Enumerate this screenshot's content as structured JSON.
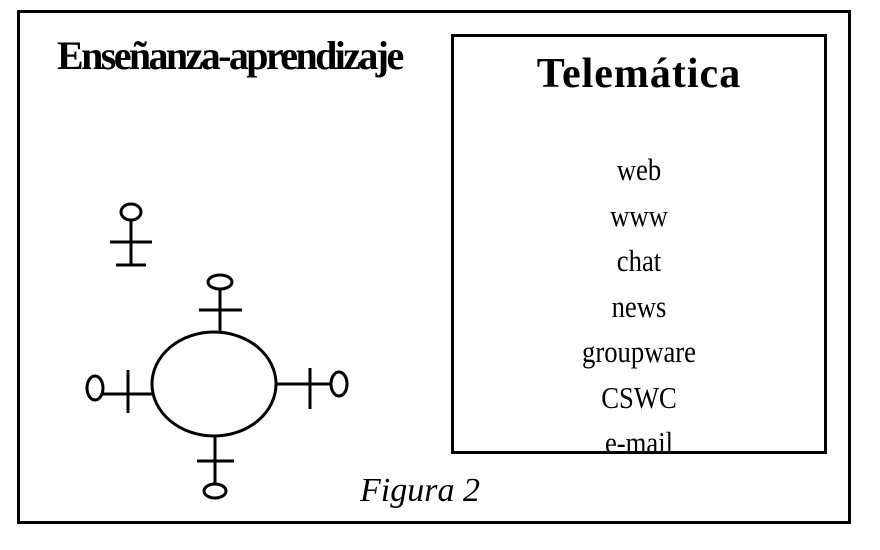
{
  "left_title": "Enseñanza-aprendizaje",
  "right_box": {
    "title": "Telemática",
    "items": [
      "web",
      "www",
      "chat",
      "news",
      "groupware",
      "CSWC",
      "e-mail"
    ]
  },
  "caption": "Figura 2",
  "figures": {
    "isolated_person_icon": "stick-person-icon",
    "group_circle_icon": "group-circle-icon",
    "connected_person_icons": [
      "stick-person-icon",
      "stick-person-icon",
      "stick-person-icon",
      "stick-person-icon"
    ]
  }
}
